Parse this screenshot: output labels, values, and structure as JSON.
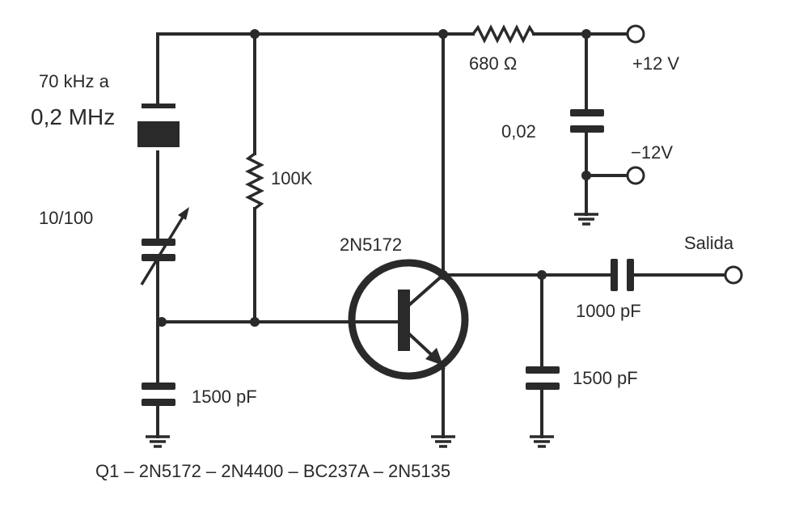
{
  "labels": {
    "freq_range_top": "70 kHz a",
    "freq_range_bottom": "0,2 MHz",
    "trimmer": "10/100",
    "bias_resistor": "100K",
    "transistor": "2N5172",
    "collector_resistor": "680 Ω",
    "decoupling_cap": "0,02",
    "supply_positive": "+12 V",
    "supply_negative": "−12V",
    "output": "Salida",
    "coupling_cap": "1000 pF",
    "output_shunt_cap": "1500 pF",
    "base_cap": "1500 pF",
    "equivalents": "Q1 – 2N5172 – 2N4400 – BC237A – 2N5135"
  }
}
